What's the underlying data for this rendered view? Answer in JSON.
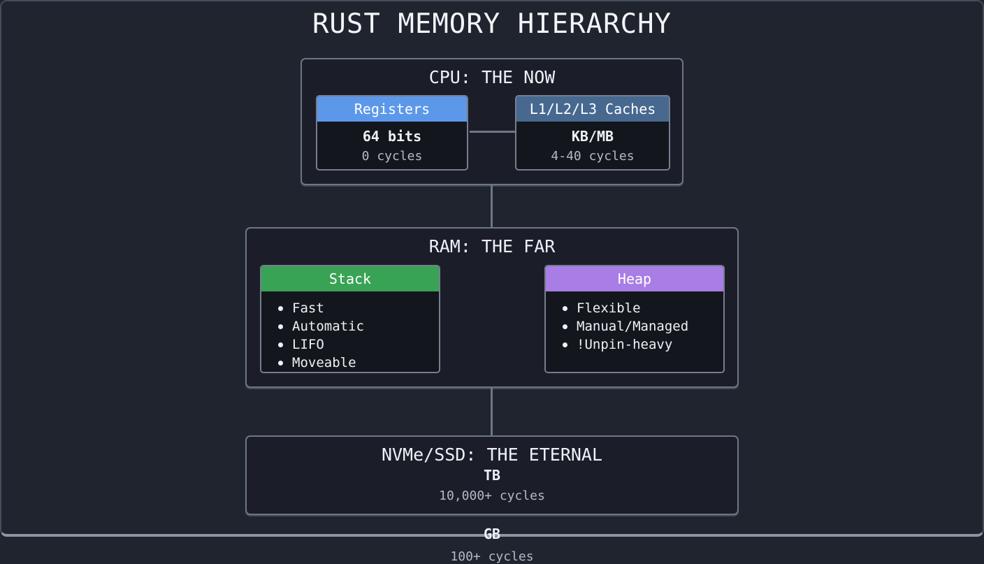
{
  "page_title": "RUST MEMORY HIERARCHY",
  "colors": {
    "registers_header": "#5c98e9",
    "caches_header": "#476990",
    "stack_header": "#38a355",
    "heap_header": "#a97de6",
    "connector": "#6e7686",
    "background": "#20242f"
  },
  "cpu": {
    "title": "CPU: THE NOW",
    "registers": {
      "label": "Registers",
      "size": "64 bits",
      "latency": "0 cycles"
    },
    "caches": {
      "label": "L1/L2/L3 Caches",
      "size": "KB/MB",
      "latency": "4-40 cycles"
    }
  },
  "ram": {
    "title": "RAM: THE FAR",
    "size": "GB",
    "latency": "100+ cycles",
    "stack": {
      "label": "Stack",
      "items": [
        "Fast",
        "Automatic",
        "LIFO",
        "Moveable"
      ]
    },
    "heap": {
      "label": "Heap",
      "items": [
        "Flexible",
        "Manual/Managed",
        "!Unpin-heavy"
      ]
    }
  },
  "storage": {
    "title": "NVMe/SSD: THE ETERNAL",
    "size": "TB",
    "latency": "10,000+ cycles"
  }
}
